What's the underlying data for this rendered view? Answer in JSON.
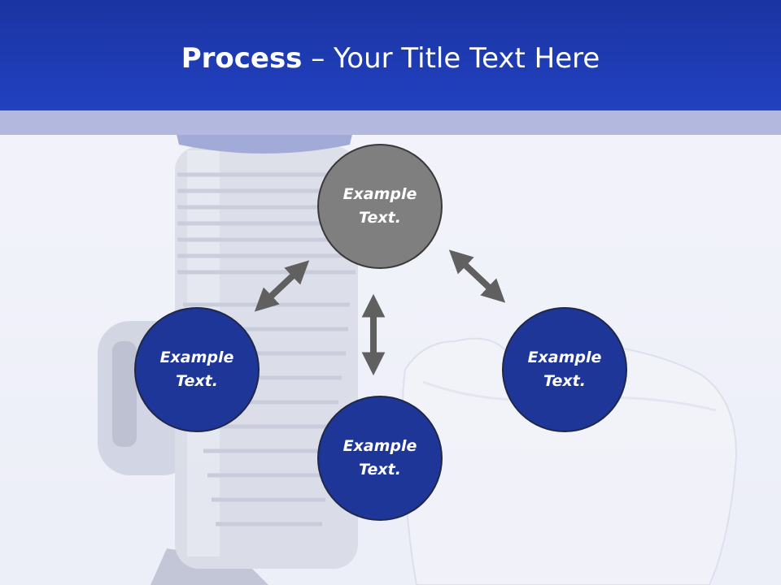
{
  "title": {
    "bold": "Process",
    "rest": " – Your Title Text Here"
  },
  "nodes": {
    "top": "Example\nText.",
    "left": "Example\nText.",
    "bottom": "Example\nText.",
    "right": "Example\nText."
  },
  "colors": {
    "header": "#2141c0",
    "band": "#b3b8df",
    "node_fill": "#1d3698",
    "center_fill": "#7f7f7f",
    "arrow": "#606060"
  },
  "icons": [
    "dental-implant-illustration",
    "tooth-crown-illustration",
    "double-arrow-icon"
  ]
}
